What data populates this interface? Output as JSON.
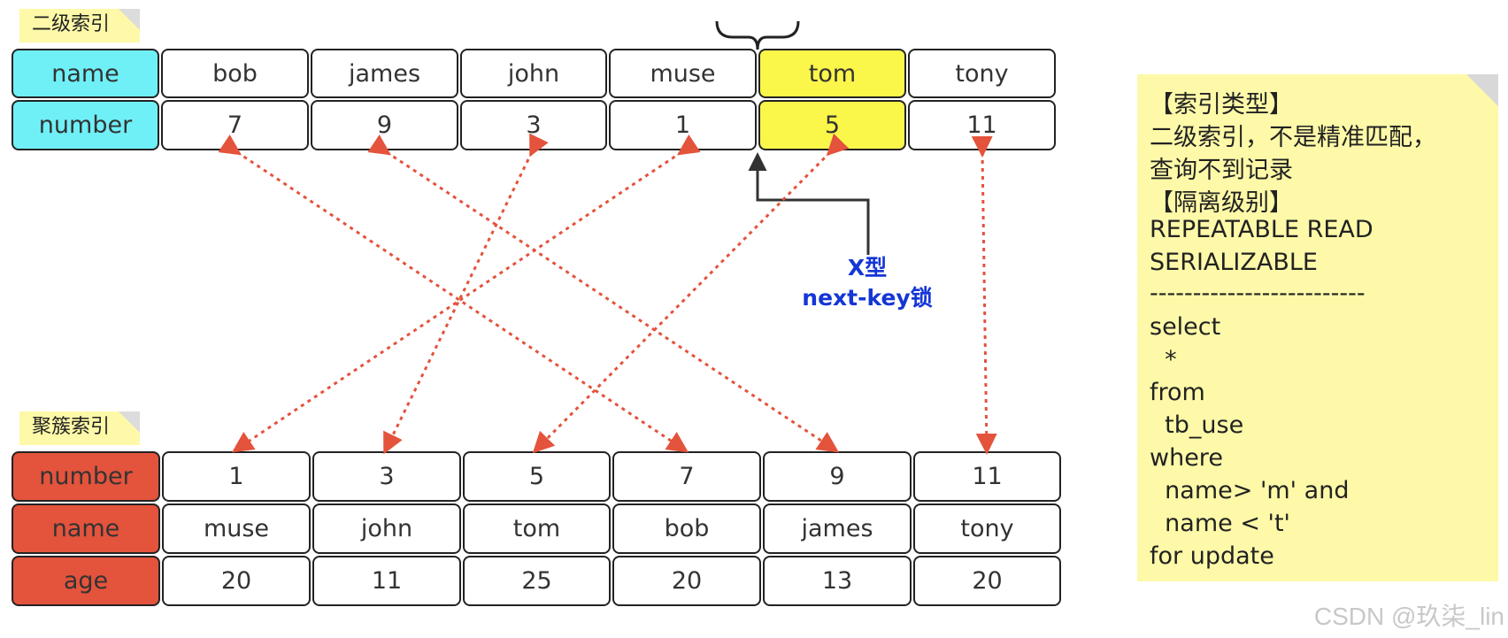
{
  "secondary_index": {
    "label": "二级索引",
    "header": [
      "name",
      "number"
    ],
    "names": [
      "bob",
      "james",
      "john",
      "muse",
      "tom",
      "tony"
    ],
    "numbers": [
      "7",
      "9",
      "3",
      "1",
      "5",
      "11"
    ],
    "highlight_color": "#fbf64a",
    "header_color": "#6ff0f7"
  },
  "clustered_index": {
    "label": "聚簇索引",
    "header": [
      "number",
      "name",
      "age"
    ],
    "numbers": [
      "1",
      "3",
      "5",
      "7",
      "9",
      "11"
    ],
    "names": [
      "muse",
      "john",
      "tom",
      "bob",
      "james",
      "tony"
    ],
    "ages": [
      "20",
      "11",
      "25",
      "20",
      "13",
      "20"
    ],
    "header_color": "#e4533c"
  },
  "lock": {
    "line1": "X型",
    "line2": "next-key锁",
    "color": "#1436d6"
  },
  "note": {
    "lines": [
      "【索引类型】",
      "二级索引，不是精准匹配，",
      "查询不到记录",
      "【隔离级别】",
      "REPEATABLE READ",
      "SERIALIZABLE",
      "-------------------------",
      "select",
      "  *",
      "from",
      "  tb_use",
      "where",
      "  name> 'm' and",
      "  name < 't'",
      "for update"
    ]
  },
  "watermark": "CSDN @玖柒_lin",
  "arrow_color": "#e4533c"
}
